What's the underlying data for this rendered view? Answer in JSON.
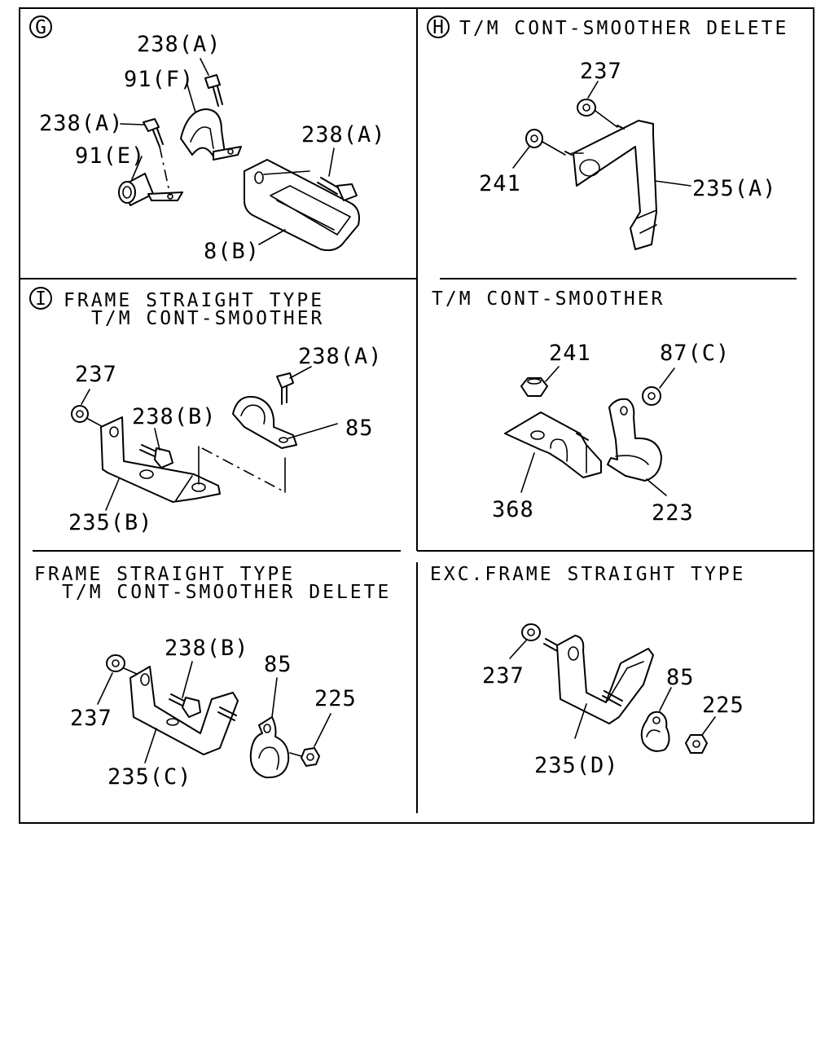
{
  "panels": {
    "g": {
      "marker": "G",
      "labels": {
        "bolt_a_top": "238(A)",
        "clip_f": "91(F)",
        "bolt_a_left": "238(A)",
        "clip_e": "91(E)",
        "bolt_a_right": "238(A)",
        "bracket": "8(B)"
      }
    },
    "h": {
      "marker": "H",
      "title": "T/M CONT-SMOOTHER DELETE",
      "labels": {
        "nut_237": "237",
        "nut_241": "241",
        "bracket": "235(A)"
      }
    },
    "i": {
      "marker": "I",
      "title_line1": "FRAME STRAIGHT TYPE",
      "title_line2": "T/M CONT-SMOOTHER",
      "labels": {
        "nut_237": "237",
        "bolt_b": "238(B)",
        "bolt_a": "238(A)",
        "clip_85": "85",
        "bracket": "235(B)"
      }
    },
    "cont_smoother": {
      "title": "T/M CONT-SMOOTHER",
      "labels": {
        "nut_241": "241",
        "nut_87c": "87(C)",
        "bracket_368": "368",
        "clip_223": "223"
      }
    },
    "frame_delete": {
      "title_line1": "FRAME STRAIGHT TYPE",
      "title_line2": "T/M CONT-SMOOTHER DELETE",
      "labels": {
        "bolt_b": "238(B)",
        "clip_85": "85",
        "nut_225": "225",
        "nut_237": "237",
        "bracket": "235(C)"
      }
    },
    "exc_frame": {
      "title": "EXC.FRAME STRAIGHT TYPE",
      "labels": {
        "nut_237": "237",
        "clip_85": "85",
        "nut_225": "225",
        "bracket": "235(D)"
      }
    }
  }
}
